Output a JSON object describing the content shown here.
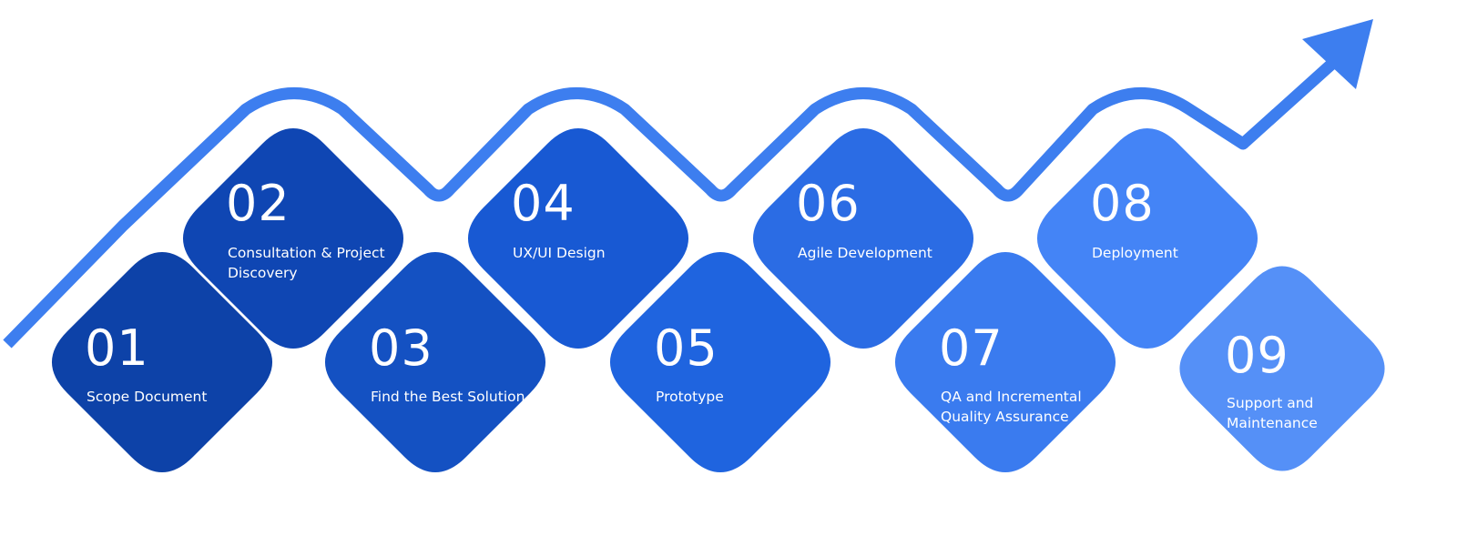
{
  "colors": {
    "arrow": "#3d7eef",
    "steps": [
      "#0d42a8",
      "#0f46b3",
      "#1451c2",
      "#1859d3",
      "#1f64df",
      "#2b6ce4",
      "#3a7bef",
      "#4484f6",
      "#5590f7"
    ]
  },
  "steps": [
    {
      "number": "01",
      "label": "Scope Document"
    },
    {
      "number": "02",
      "label": "Consultation & Project Discovery"
    },
    {
      "number": "03",
      "label": "Find the Best Solution"
    },
    {
      "number": "04",
      "label": "UX/UI Design"
    },
    {
      "number": "05",
      "label": "Prototype"
    },
    {
      "number": "06",
      "label": "Agile Development"
    },
    {
      "number": "07",
      "label": "QA and Incremental Quality Assurance"
    },
    {
      "number": "08",
      "label": "Deployment"
    },
    {
      "number": "09",
      "label": "Support and Maintenance"
    }
  ]
}
